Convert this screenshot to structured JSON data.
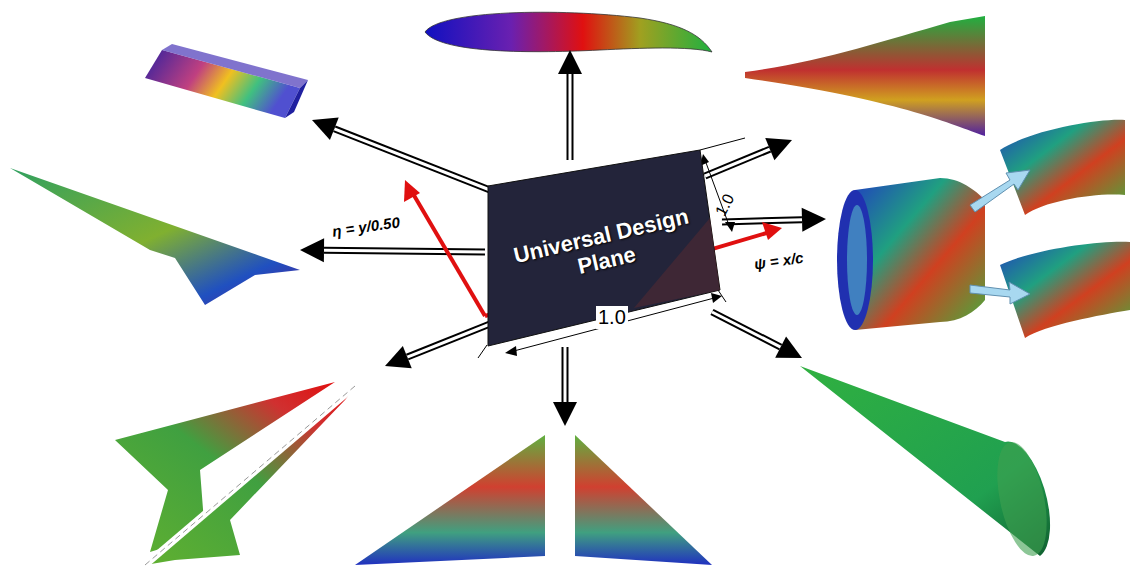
{
  "diagram": {
    "nodes": [
      {
        "text": [
          "Universal Design Plane"
        ]
      }
    ],
    "labels": [
      "η = y/0.50",
      "1.0",
      "ψ = x/c",
      "1.0"
    ]
  }
}
